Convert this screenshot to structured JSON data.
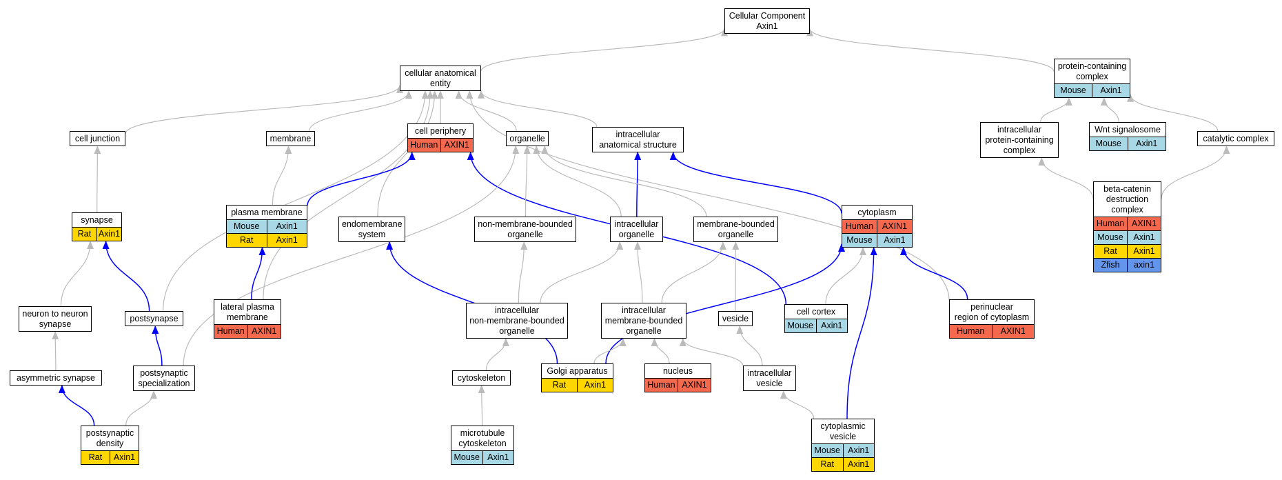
{
  "colors": {
    "Human": "#f4694e",
    "Mouse": "#a8d8e6",
    "Rat": "#ffd700",
    "Zfish": "#6495ed",
    "gray_edge": "#bbbbbb",
    "blue_edge": "#0000ff"
  },
  "nodes": [
    {
      "id": "root",
      "title": [
        "Cellular Component",
        "Axin1"
      ],
      "rows": []
    },
    {
      "id": "cae",
      "title": [
        "cellular anatomical",
        "entity"
      ],
      "rows": []
    },
    {
      "id": "pcc",
      "title": [
        "protein-containing",
        "complex"
      ],
      "rows": [
        {
          "sp": "Mouse",
          "g": "Axin1"
        }
      ]
    },
    {
      "id": "cj",
      "title": [
        "cell junction"
      ],
      "rows": []
    },
    {
      "id": "mem",
      "title": [
        "membrane"
      ],
      "rows": []
    },
    {
      "id": "cp",
      "title": [
        "cell periphery"
      ],
      "rows": [
        {
          "sp": "Human",
          "g": "AXIN1"
        }
      ]
    },
    {
      "id": "org",
      "title": [
        "organelle"
      ],
      "rows": []
    },
    {
      "id": "ias",
      "title": [
        "intracellular",
        "anatomical structure"
      ],
      "rows": []
    },
    {
      "id": "ipcc",
      "title": [
        "intracellular",
        "protein-containing",
        "complex"
      ],
      "rows": []
    },
    {
      "id": "wnt",
      "title": [
        "Wnt signalosome"
      ],
      "rows": [
        {
          "sp": "Mouse",
          "g": "Axin1"
        }
      ]
    },
    {
      "id": "cat",
      "title": [
        "catalytic complex"
      ],
      "rows": []
    },
    {
      "id": "syn",
      "title": [
        "synapse"
      ],
      "rows": [
        {
          "sp": "Rat",
          "g": "Axin1"
        }
      ]
    },
    {
      "id": "pm",
      "title": [
        "plasma membrane"
      ],
      "rows": [
        {
          "sp": "Mouse",
          "g": "Axin1"
        },
        {
          "sp": "Rat",
          "g": "Axin1"
        }
      ]
    },
    {
      "id": "endo",
      "title": [
        "endomembrane",
        "system"
      ],
      "rows": []
    },
    {
      "id": "nmbo",
      "title": [
        "non-membrane-bounded",
        "organelle"
      ],
      "rows": []
    },
    {
      "id": "io",
      "title": [
        "intracellular",
        "organelle"
      ],
      "rows": []
    },
    {
      "id": "mbo",
      "title": [
        "membrane-bounded",
        "organelle"
      ],
      "rows": []
    },
    {
      "id": "cyto",
      "title": [
        "cytoplasm"
      ],
      "rows": [
        {
          "sp": "Human",
          "g": "AXIN1"
        },
        {
          "sp": "Mouse",
          "g": "Axin1"
        }
      ]
    },
    {
      "id": "bcd",
      "title": [
        "beta-catenin",
        "destruction",
        "complex"
      ],
      "rows": [
        {
          "sp": "Human",
          "g": "AXIN1"
        },
        {
          "sp": "Mouse",
          "g": "Axin1"
        },
        {
          "sp": "Rat",
          "g": "Axin1"
        },
        {
          "sp": "Zfish",
          "g": "axin1"
        }
      ]
    },
    {
      "id": "n2n",
      "title": [
        "neuron to neuron",
        "synapse"
      ],
      "rows": []
    },
    {
      "id": "ps",
      "title": [
        "postsynapse"
      ],
      "rows": []
    },
    {
      "id": "lpm",
      "title": [
        "lateral plasma",
        "membrane"
      ],
      "rows": [
        {
          "sp": "Human",
          "g": "AXIN1"
        }
      ]
    },
    {
      "id": "inmbo",
      "title": [
        "intracellular",
        "non-membrane-bounded",
        "organelle"
      ],
      "rows": []
    },
    {
      "id": "imbo",
      "title": [
        "intracellular",
        "membrane-bounded",
        "organelle"
      ],
      "rows": []
    },
    {
      "id": "ves",
      "title": [
        "vesicle"
      ],
      "rows": []
    },
    {
      "id": "cc",
      "title": [
        "cell cortex"
      ],
      "rows": [
        {
          "sp": "Mouse",
          "g": "Axin1"
        }
      ]
    },
    {
      "id": "peri",
      "title": [
        "perinuclear",
        "region of cytoplasm"
      ],
      "rows": [
        {
          "sp": "Human",
          "g": "AXIN1"
        }
      ]
    },
    {
      "id": "as",
      "title": [
        "asymmetric synapse"
      ],
      "rows": []
    },
    {
      "id": "pss",
      "title": [
        "postsynaptic",
        "specialization"
      ],
      "rows": []
    },
    {
      "id": "csk",
      "title": [
        "cytoskeleton"
      ],
      "rows": []
    },
    {
      "id": "golgi",
      "title": [
        "Golgi apparatus"
      ],
      "rows": [
        {
          "sp": "Rat",
          "g": "Axin1"
        }
      ]
    },
    {
      "id": "nuc",
      "title": [
        "nucleus"
      ],
      "rows": [
        {
          "sp": "Human",
          "g": "AXIN1"
        }
      ]
    },
    {
      "id": "iv",
      "title": [
        "intracellular",
        "vesicle"
      ],
      "rows": []
    },
    {
      "id": "psd",
      "title": [
        "postsynaptic",
        "density"
      ],
      "rows": [
        {
          "sp": "Rat",
          "g": "Axin1"
        }
      ]
    },
    {
      "id": "mtc",
      "title": [
        "microtubule",
        "cytoskeleton"
      ],
      "rows": [
        {
          "sp": "Mouse",
          "g": "Axin1"
        }
      ]
    },
    {
      "id": "cv",
      "title": [
        "cytoplasmic",
        "vesicle"
      ],
      "rows": [
        {
          "sp": "Mouse",
          "g": "Axin1"
        },
        {
          "sp": "Rat",
          "g": "Axin1"
        }
      ]
    }
  ],
  "edges": [
    {
      "from": "cae",
      "to": "root",
      "type": "gray"
    },
    {
      "from": "pcc",
      "to": "root",
      "type": "gray"
    },
    {
      "from": "cj",
      "to": "cae",
      "type": "gray"
    },
    {
      "from": "mem",
      "to": "cae",
      "type": "gray"
    },
    {
      "from": "cp",
      "to": "cae",
      "type": "gray"
    },
    {
      "from": "org",
      "to": "cae",
      "type": "gray"
    },
    {
      "from": "ias",
      "to": "cae",
      "type": "gray"
    },
    {
      "from": "endo",
      "to": "cae",
      "type": "gray"
    },
    {
      "from": "ps",
      "to": "cae",
      "type": "gray"
    },
    {
      "from": "lpm",
      "to": "cae",
      "type": "gray"
    },
    {
      "from": "peri",
      "to": "cae",
      "type": "gray"
    },
    {
      "from": "ipcc",
      "to": "pcc",
      "type": "gray"
    },
    {
      "from": "wnt",
      "to": "pcc",
      "type": "gray"
    },
    {
      "from": "cat",
      "to": "pcc",
      "type": "gray"
    },
    {
      "from": "bcd",
      "to": "ipcc",
      "type": "gray"
    },
    {
      "from": "bcd",
      "to": "cat",
      "type": "gray"
    },
    {
      "from": "syn",
      "to": "cj",
      "type": "gray"
    },
    {
      "from": "pm",
      "to": "mem",
      "type": "gray"
    },
    {
      "from": "pm",
      "to": "cp",
      "type": "blue"
    },
    {
      "from": "cc",
      "to": "cp",
      "type": "blue"
    },
    {
      "from": "cyto",
      "to": "ias",
      "type": "blue"
    },
    {
      "from": "io",
      "to": "ias",
      "type": "blue"
    },
    {
      "from": "nmbo",
      "to": "org",
      "type": "gray"
    },
    {
      "from": "io",
      "to": "org",
      "type": "gray"
    },
    {
      "from": "mbo",
      "to": "org",
      "type": "gray"
    },
    {
      "from": "pss",
      "to": "org",
      "type": "gray"
    },
    {
      "from": "n2n",
      "to": "syn",
      "type": "gray"
    },
    {
      "from": "ps",
      "to": "syn",
      "type": "blue"
    },
    {
      "from": "lpm",
      "to": "pm",
      "type": "blue"
    },
    {
      "from": "golgi",
      "to": "endo",
      "type": "blue"
    },
    {
      "from": "inmbo",
      "to": "nmbo",
      "type": "gray"
    },
    {
      "from": "inmbo",
      "to": "io",
      "type": "gray"
    },
    {
      "from": "imbo",
      "to": "io",
      "type": "gray"
    },
    {
      "from": "imbo",
      "to": "mbo",
      "type": "gray"
    },
    {
      "from": "ves",
      "to": "mbo",
      "type": "gray"
    },
    {
      "from": "cc",
      "to": "cyto",
      "type": "gray"
    },
    {
      "from": "peri",
      "to": "cyto",
      "type": "blue"
    },
    {
      "from": "golgi",
      "to": "cyto",
      "type": "blue"
    },
    {
      "from": "cv",
      "to": "cyto",
      "type": "blue"
    },
    {
      "from": "as",
      "to": "n2n",
      "type": "gray"
    },
    {
      "from": "pss",
      "to": "ps",
      "type": "blue"
    },
    {
      "from": "csk",
      "to": "inmbo",
      "type": "gray"
    },
    {
      "from": "golgi",
      "to": "imbo",
      "type": "gray"
    },
    {
      "from": "nuc",
      "to": "imbo",
      "type": "gray"
    },
    {
      "from": "iv",
      "to": "imbo",
      "type": "gray"
    },
    {
      "from": "iv",
      "to": "ves",
      "type": "gray"
    },
    {
      "from": "psd",
      "to": "as",
      "type": "blue"
    },
    {
      "from": "psd",
      "to": "pss",
      "type": "gray"
    },
    {
      "from": "mtc",
      "to": "csk",
      "type": "gray"
    },
    {
      "from": "cv",
      "to": "iv",
      "type": "gray"
    }
  ]
}
